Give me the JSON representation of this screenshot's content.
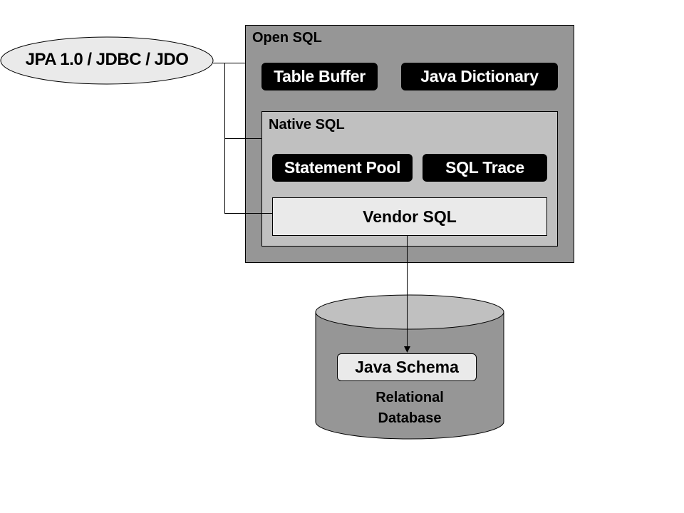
{
  "client_api": {
    "label": "JPA 1.0 / JDBC / JDO"
  },
  "open_sql": {
    "title": "Open SQL",
    "components": [
      "Table Buffer",
      "Java Dictionary"
    ],
    "native_sql": {
      "title": "Native SQL",
      "components": [
        "Statement Pool",
        "SQL Trace"
      ],
      "vendor_sql": "Vendor SQL"
    }
  },
  "database": {
    "schema_label": "Java Schema",
    "title_line1": "Relational",
    "title_line2": "Database"
  },
  "colors": {
    "open_sql_fill": "#969696",
    "native_sql_fill": "#c0c0c0",
    "vendor_sql_fill": "#eaeaea",
    "pill_fill": "#000000",
    "ellipse_fill": "#eaeaea",
    "cylinder_body": "#969696",
    "cylinder_top": "#c0c0c0"
  }
}
